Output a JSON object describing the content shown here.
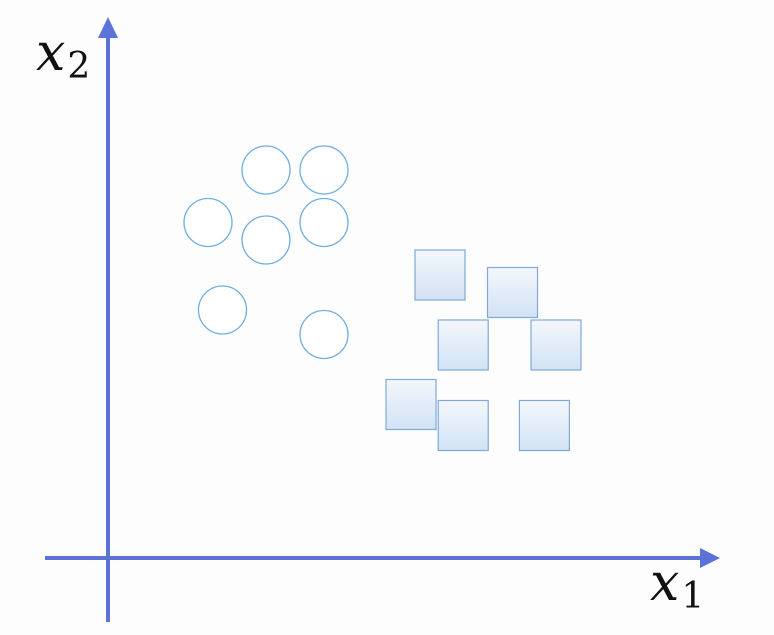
{
  "chart_data": {
    "type": "scatter",
    "axes": {
      "x_label": "x",
      "x_subscript": "1",
      "y_label": "x",
      "y_subscript": "2"
    },
    "grid": false,
    "colors": {
      "axis": "#5b73d9",
      "circle_stroke": "#6eaee0",
      "square_stroke": "#7faad6",
      "square_fill_top": "#f3f7fc",
      "square_fill_bottom": "#d2e2f4"
    },
    "series": [
      {
        "marker": "circle",
        "points": [
          [
            -1.5,
            2.0
          ],
          [
            -0.5,
            2.0
          ],
          [
            -2.5,
            1.25
          ],
          [
            -1.5,
            1.0
          ],
          [
            -0.5,
            1.25
          ],
          [
            -2.25,
            0.0
          ],
          [
            -0.5,
            -0.35
          ]
        ]
      },
      {
        "marker": "square",
        "points": [
          [
            1.5,
            0.5
          ],
          [
            2.75,
            0.25
          ],
          [
            1.9,
            -0.5
          ],
          [
            3.5,
            -0.5
          ],
          [
            1.0,
            -1.35
          ],
          [
            1.9,
            -1.65
          ],
          [
            3.3,
            -1.65
          ]
        ]
      }
    ]
  }
}
